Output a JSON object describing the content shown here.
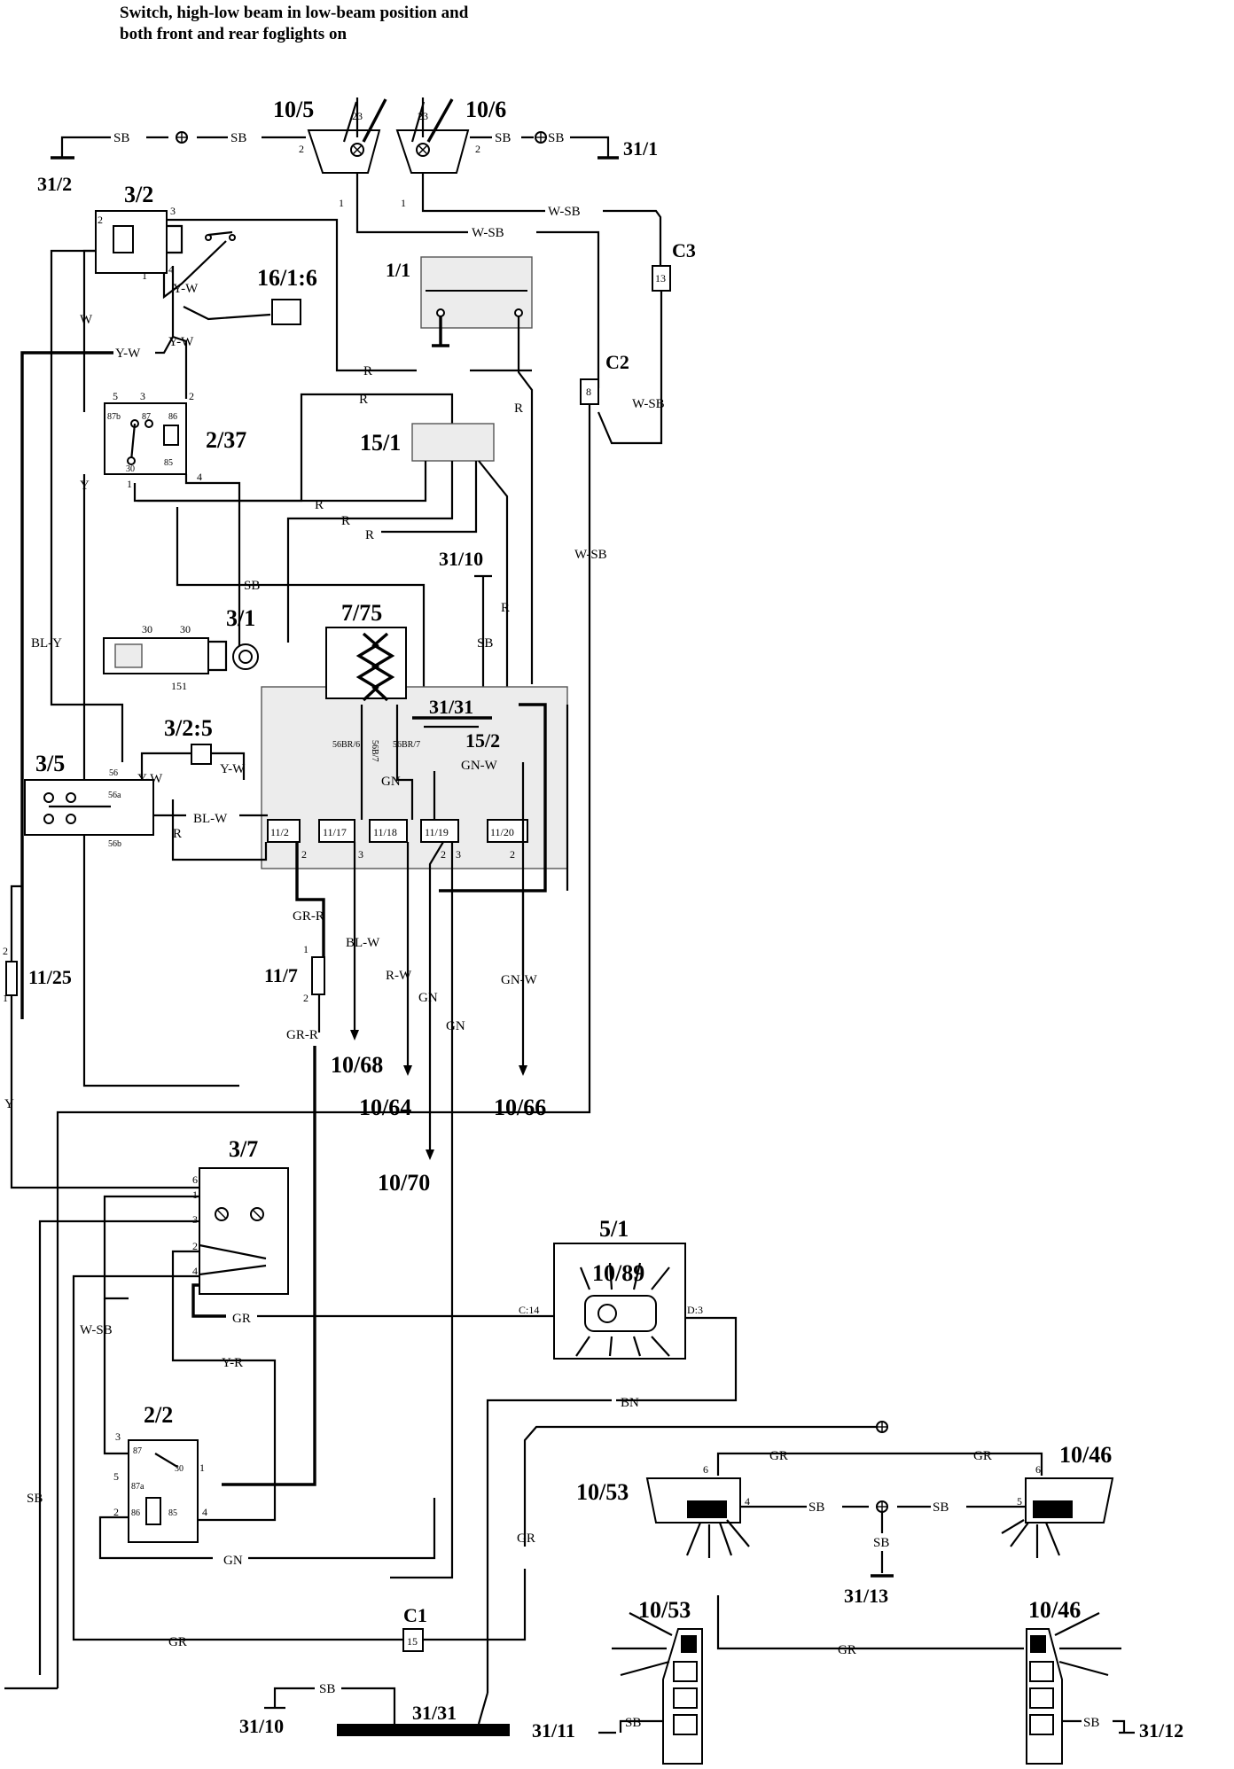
{
  "title": {
    "line1": "Switch, high-low beam in low-beam position and",
    "line2": "both front and rear foglights on"
  },
  "components": {
    "c10_5": "10/5",
    "c10_6": "10/6",
    "c31_2": "31/2",
    "c31_1": "31/1",
    "c3_2": "3/2",
    "c16_1_6": "16/1:6",
    "c1_1": "1/1",
    "c2_37": "2/37",
    "c15_1": "15/1",
    "c3_1": "3/1",
    "c7_75": "7/75",
    "c31_10a": "31/10",
    "c31_31a": "31/31",
    "c15_2": "15/2",
    "c3_2_5": "3/2:5",
    "c3_5": "3/5",
    "c11_25": "11/25",
    "c11_7": "11/7",
    "c10_68": "10/68",
    "c10_64": "10/64",
    "c10_66": "10/66",
    "c10_70": "10/70",
    "c3_7": "3/7",
    "c5_1": "5/1",
    "c10_89": "10/89",
    "c2_2": "2/2",
    "c10_53a": "10/53",
    "c10_46a": "10/46",
    "c31_13": "31/13",
    "c10_53b": "10/53",
    "c10_46b": "10/46",
    "c31_10b": "31/10",
    "c31_31b": "31/31",
    "c31_11": "31/11",
    "c31_12": "31/12"
  },
  "connectors": {
    "c2": "C2",
    "c3": "C3",
    "c1": "C1",
    "c2_pin": "8",
    "c3_pin": "13",
    "c1_pin": "15"
  },
  "wires": {
    "sb": "SB",
    "w_sb": "W-SB",
    "y_w": "Y-W",
    "w": "W",
    "r": "R",
    "y": "Y",
    "bl_y": "BL-Y",
    "bl_w": "BL-W",
    "gn": "GN",
    "gn_w": "GN-W",
    "gr_r": "GR-R",
    "r_w": "R-W",
    "gr": "GR",
    "y_r": "Y-R",
    "bn": "BN"
  },
  "fuses": [
    "11/2",
    "11/17",
    "11/18",
    "11/19",
    "11/20"
  ],
  "pins": {
    "p23": "23",
    "p1": "1",
    "p2": "2",
    "p3": "3",
    "p4": "4",
    "p5": "5",
    "p6": "6",
    "p30": "30",
    "p151": "151",
    "p56": "56",
    "p56a": "56a",
    "p56b": "56b",
    "p87": "87",
    "p87a": "87a",
    "p86": "86",
    "p85": "85",
    "p87b": "87b",
    "p56br6": "56BR/6",
    "p56br7": "56BR/7",
    "p56b7": "56B/7",
    "pc14": "C:14",
    "pd3": "D:3"
  }
}
